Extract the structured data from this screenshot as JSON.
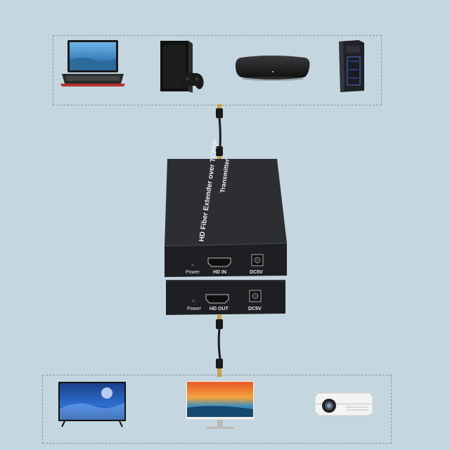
{
  "transmitter": {
    "title": "HD Fiber Extender over TCP/IP",
    "subtitle": "Transmitter",
    "power_label": "Power",
    "port_label": "HD IN",
    "dc_label": "DC5V"
  },
  "receiver": {
    "power_label": "Power",
    "port_label": "HD OUT",
    "dc_label": "DC5V"
  },
  "colors": {
    "background": "#c4d6e0",
    "box": "#2b2d30",
    "cable": "#1a1a1a",
    "connector": "#c9a24a"
  },
  "source_devices": [
    "laptop-icon",
    "game-console-icon",
    "media-box-icon",
    "desktop-pc-icon"
  ],
  "display_devices": [
    "tv-icon",
    "monitor-icon",
    "projector-icon"
  ]
}
